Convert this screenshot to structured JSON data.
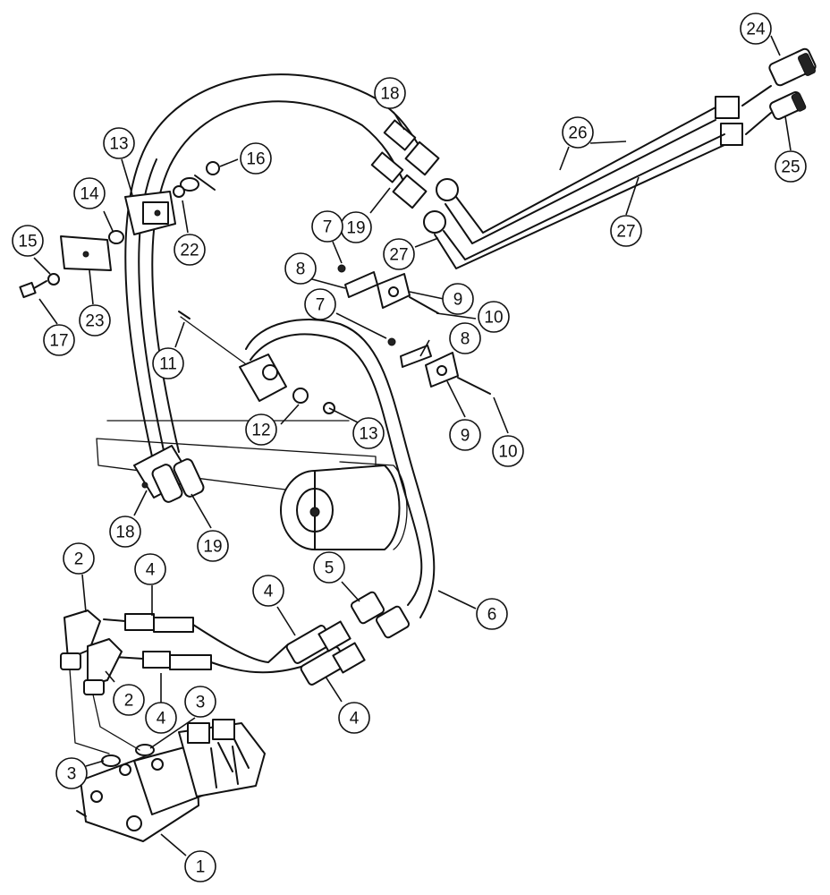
{
  "diagram": {
    "type": "exploded-parts-view",
    "components": {
      "control_valve": "control-valve",
      "hydraulic_motor": "hydraulic-motor",
      "couplers": [
        "quick-coupler-24",
        "quick-coupler-25"
      ]
    },
    "callouts": [
      {
        "id": "c24",
        "label": "24"
      },
      {
        "id": "c18a",
        "label": "18"
      },
      {
        "id": "c26",
        "label": "26"
      },
      {
        "id": "c25",
        "label": "25"
      },
      {
        "id": "c13a",
        "label": "13"
      },
      {
        "id": "c16",
        "label": "16"
      },
      {
        "id": "c14",
        "label": "14"
      },
      {
        "id": "c19a",
        "label": "19"
      },
      {
        "id": "c22",
        "label": "22"
      },
      {
        "id": "c7a",
        "label": "7"
      },
      {
        "id": "c27a",
        "label": "27"
      },
      {
        "id": "c27b",
        "label": "27"
      },
      {
        "id": "c15",
        "label": "15"
      },
      {
        "id": "c8a",
        "label": "8"
      },
      {
        "id": "c9a",
        "label": "9"
      },
      {
        "id": "c23",
        "label": "23"
      },
      {
        "id": "c17",
        "label": "17"
      },
      {
        "id": "c7b",
        "label": "7"
      },
      {
        "id": "c10a",
        "label": "10"
      },
      {
        "id": "c8b",
        "label": "8"
      },
      {
        "id": "c11",
        "label": "11"
      },
      {
        "id": "c12",
        "label": "12"
      },
      {
        "id": "c13b",
        "label": "13"
      },
      {
        "id": "c9b",
        "label": "9"
      },
      {
        "id": "c10b",
        "label": "10"
      },
      {
        "id": "c18b",
        "label": "18"
      },
      {
        "id": "c19b",
        "label": "19"
      },
      {
        "id": "c2a",
        "label": "2"
      },
      {
        "id": "c4a",
        "label": "4"
      },
      {
        "id": "c4b",
        "label": "4"
      },
      {
        "id": "c5",
        "label": "5"
      },
      {
        "id": "c6",
        "label": "6"
      },
      {
        "id": "c2b",
        "label": "2"
      },
      {
        "id": "c4c",
        "label": "4"
      },
      {
        "id": "c3a",
        "label": "3"
      },
      {
        "id": "c4d",
        "label": "4"
      },
      {
        "id": "c3b",
        "label": "3"
      },
      {
        "id": "c1",
        "label": "1"
      }
    ]
  }
}
